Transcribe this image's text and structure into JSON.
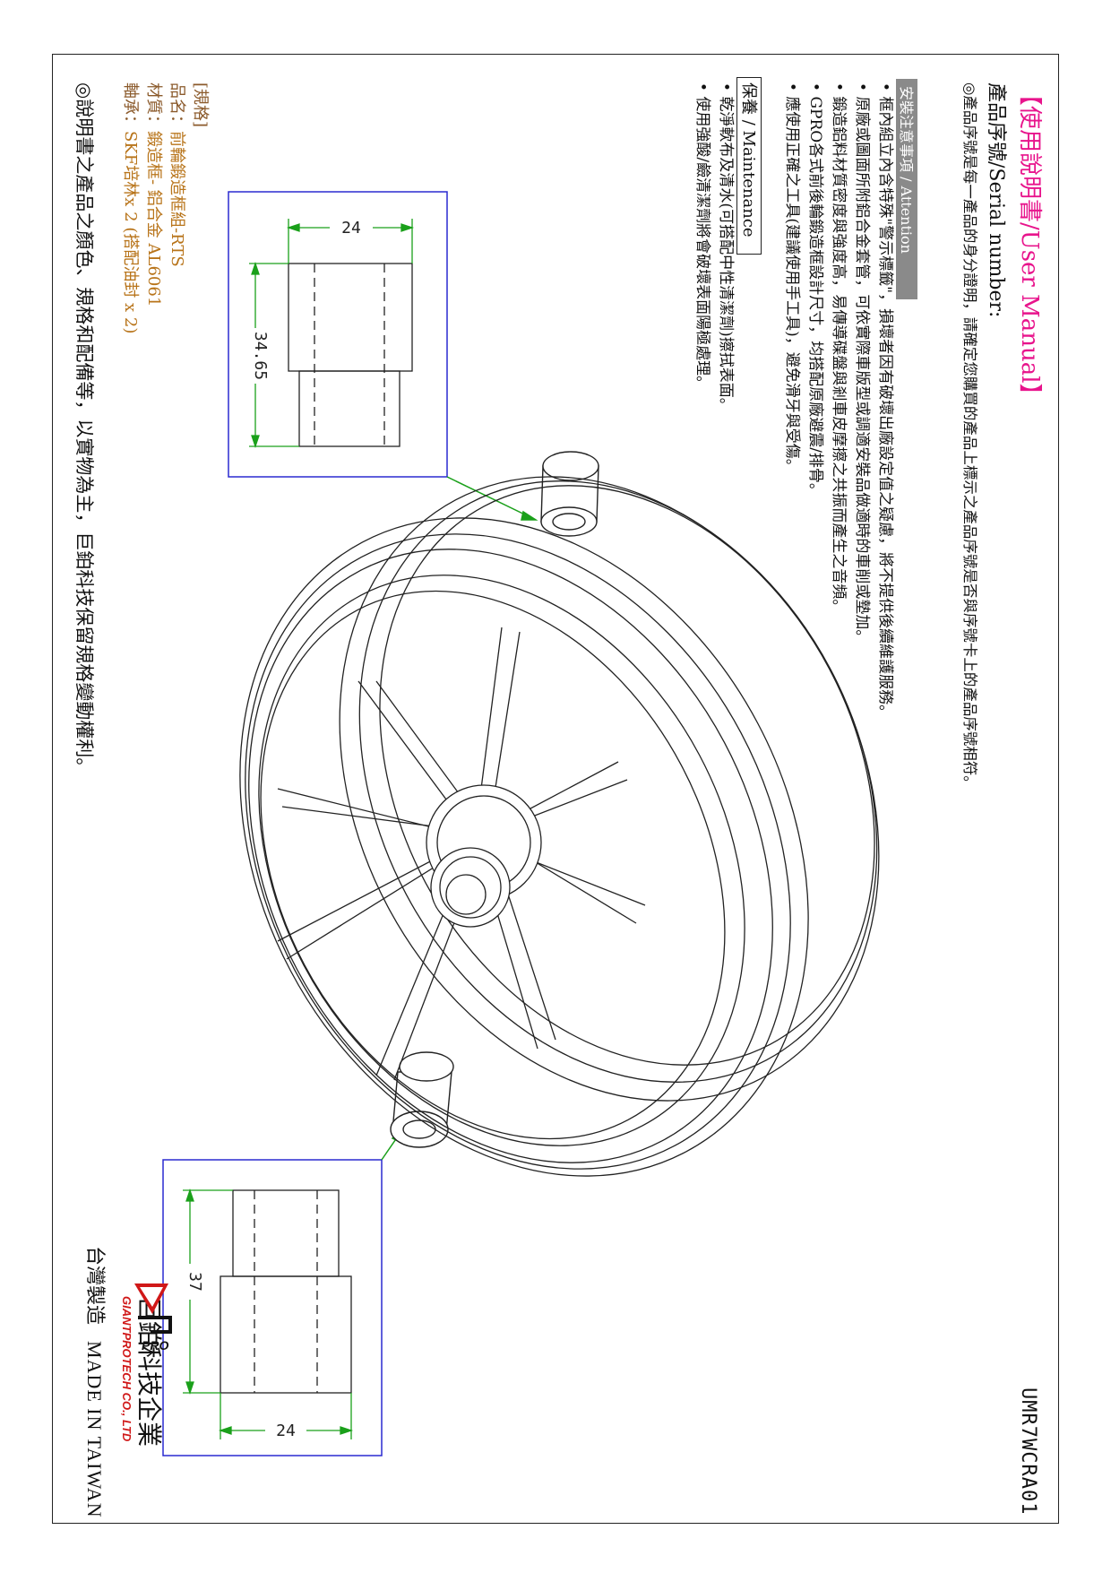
{
  "document": {
    "title_open": "【",
    "title_text": "使用說明書/User Manual",
    "title_close": "】",
    "serial_heading": "產品序號/Serial number:",
    "serial_note": "◎產品序號是每一產品的身分證明，請確定您購買的產品上標示之產品序號是否與序號卡上的產品序號相符。",
    "attention_label": "安裝注意事項 / Attention",
    "attention_items": [
      "框內組立內含特殊\"警示標籤\"，損壞者因有破壞出廠設定值之疑慮，將不提供後續維護服務。",
      "原廠或圖面所附鋁合金套管，可依實際車版型或調適安裝品做適時的車削或墊加。",
      "鍛造鋁料材質密度與強度高，易傳導碟盤與剎車皮摩擦之共振而產生之音頻。",
      "GPRO各式前後輪鍛造框設計尺寸，均搭配原廠避震/排骨。",
      "應使用正確之工具(建議使用手工具)，避免滑牙與受傷。"
    ],
    "maintenance_label": "保養 / Maintenance",
    "maintenance_items": [
      "乾淨軟布及清水(可搭配中性清潔劑)擦拭表面。",
      "使用強酸/鹼清潔劑將會破壞表面陽極處理。"
    ],
    "spec_heading": "[規格]",
    "spec": [
      {
        "label": "品名：",
        "value": "前輪鍛造框組-RTS"
      },
      {
        "label": "材質：",
        "value": "鍛造框- 鋁合金 AL6061"
      },
      {
        "label": "軸承：",
        "value": "SKF培林x 2 (搭配油封 x 2)"
      }
    ],
    "disclaimer": "◎說明書之產品之顏色、規格和配備等，以實物為主，巨鉑科技保留規格變動權利。",
    "doc_code": "UMR7WCRA01",
    "brand_zh": "巨鉑科技企業",
    "brand_en": "GIANTPROTECH CO., LTD",
    "origin_zh": "台灣製造",
    "origin_en": "MADE IN TAIWAN"
  },
  "dimensions": {
    "spacer_top": {
      "length": "34.65",
      "diameter": "24"
    },
    "spacer_bottom": {
      "length": "37",
      "diameter": "24"
    }
  },
  "colors": {
    "accent": "#e8148c",
    "spec_label": "#8b5a2b",
    "spec_value": "#b8741a",
    "dimension_line": "#1aa01a",
    "callout_box": "#2a2ad0",
    "badge": "#8a8a8a",
    "brand_red": "#d01818"
  },
  "icons": {
    "logo": "gpro-logo-icon",
    "bullet": "bullet-icon"
  }
}
